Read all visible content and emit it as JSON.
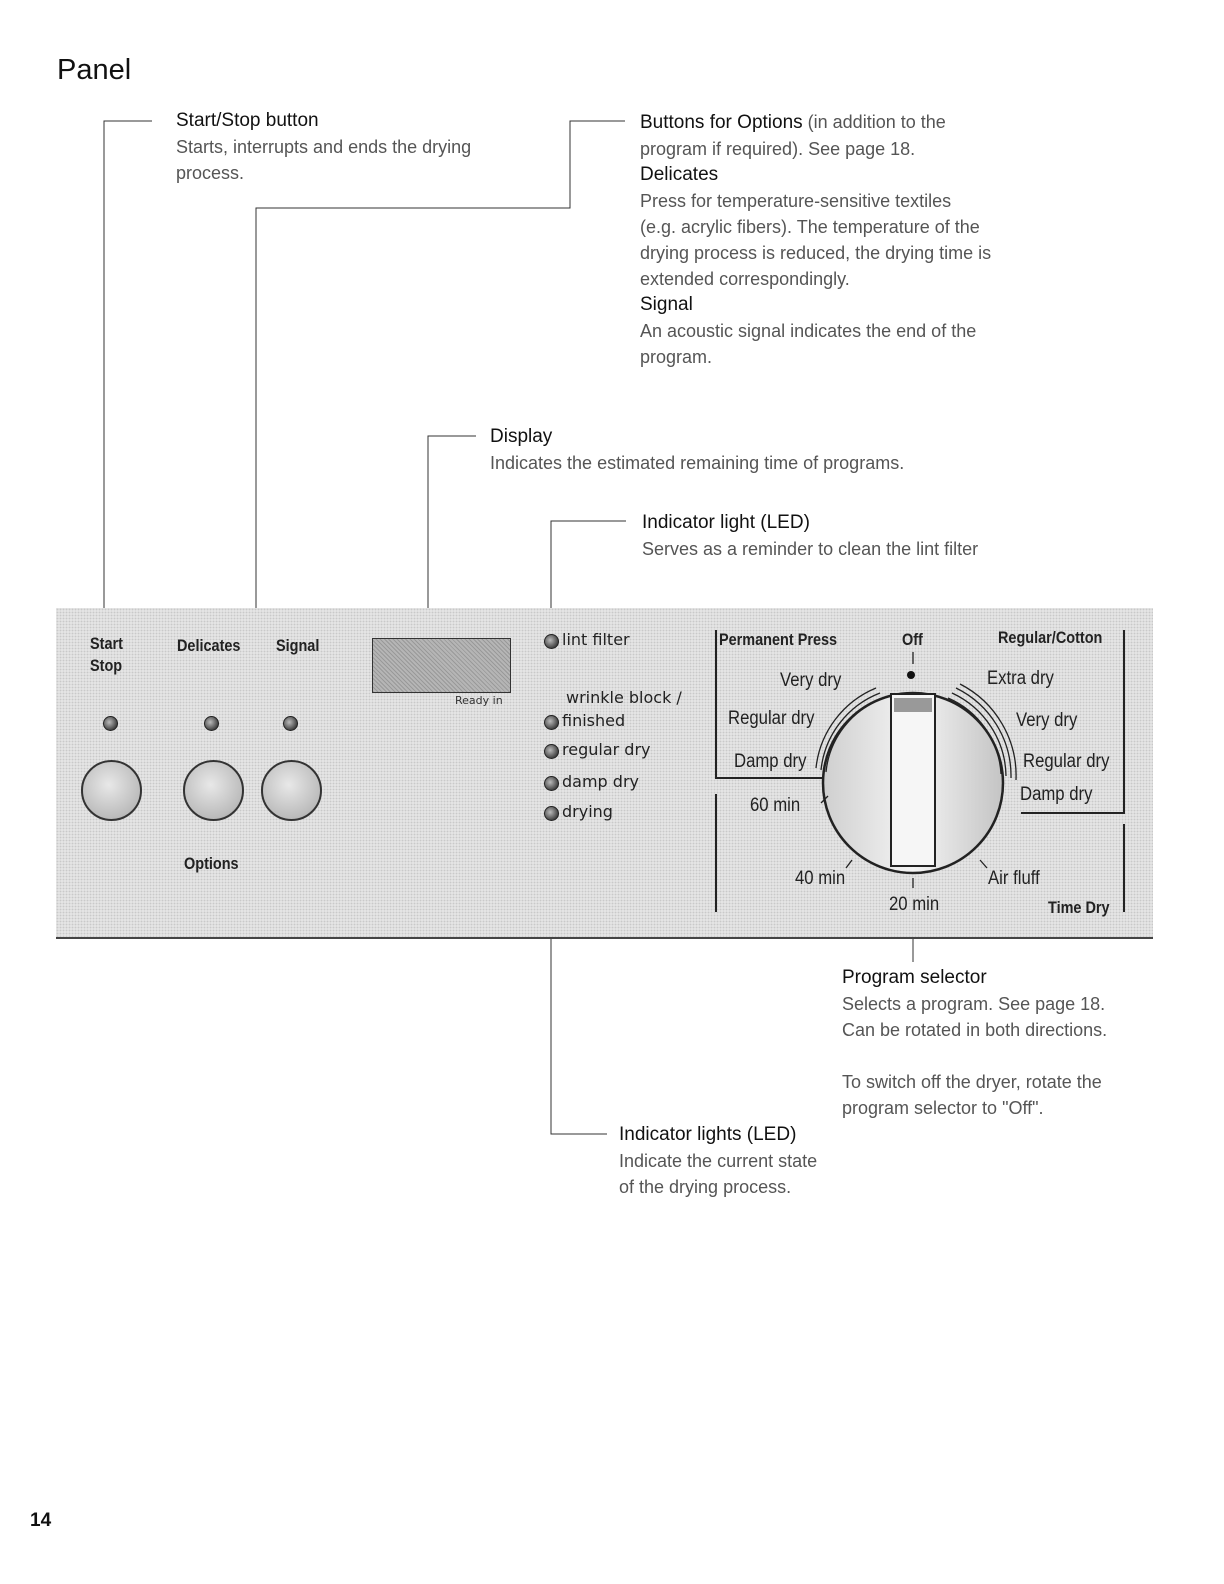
{
  "page": {
    "title": "Panel",
    "number": "14"
  },
  "callouts": {
    "start_stop": {
      "title": "Start/Stop button",
      "body1": "Starts, interrupts and ends the drying",
      "body2": "process."
    },
    "options": {
      "title": "Buttons for Options",
      "title_note": " (in addition to the",
      "body1": "program if required). See page 18.",
      "delicates_title": "Delicates",
      "delicates_body": [
        "Press for temperature-sensitive textiles",
        "(e.g. acrylic fibers). The temperature of the",
        "drying process is reduced, the drying time is",
        "extended correspondingly."
      ],
      "signal_title": "Signal",
      "signal_body": [
        "An acoustic signal indicates the end of the",
        "program."
      ]
    },
    "display": {
      "title": "Display",
      "body": "Indicates the estimated remaining time of programs."
    },
    "indicator_led": {
      "title": "Indicator light (LED)",
      "body": "Serves as a reminder to clean the lint filter"
    },
    "program_selector": {
      "title": "Program selector",
      "body": [
        "Selects a program. See page 18.",
        "Can be rotated in both directions."
      ],
      "note": [
        "To switch off the dryer, rotate the",
        "program selector to \"Off\"."
      ]
    },
    "indicator_lights": {
      "title": "Indicator lights (LED)",
      "body": [
        "Indicate the current state",
        "of the drying process."
      ]
    }
  },
  "panel": {
    "start_label": "Start",
    "stop_label": "Stop",
    "delicates_label": "Delicates",
    "signal_label": "Signal",
    "options_label": "Options",
    "display_caption": "Ready in",
    "status": {
      "lint_filter": "lint filter",
      "wrinkle_block": "wrinkle block /",
      "finished": "finished",
      "regular_dry": "regular dry",
      "damp_dry": "damp dry",
      "drying": "drying"
    },
    "dial": {
      "permanent_press": "Permanent Press",
      "off": "Off",
      "regular_cotton": "Regular/Cotton",
      "time_dry": "Time Dry",
      "pp_very_dry": "Very dry",
      "pp_regular_dry": "Regular dry",
      "pp_damp_dry": "Damp dry",
      "rc_extra_dry": "Extra dry",
      "rc_very_dry": "Very dry",
      "rc_regular_dry": "Regular dry",
      "rc_damp_dry": "Damp dry",
      "t60": "60 min",
      "t40": "40 min",
      "t20": "20 min",
      "air_fluff": "Air fluff"
    }
  }
}
